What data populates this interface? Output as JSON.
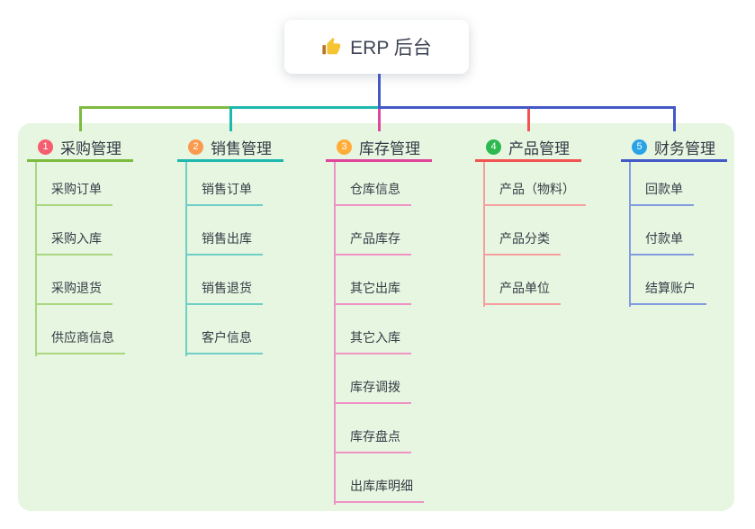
{
  "root": {
    "title": "ERP 后台",
    "icon": "thumbs-up-icon",
    "connector_color": "#4459c7"
  },
  "panel": {
    "background": "#e6f6e1"
  },
  "branches": [
    {
      "index": "1",
      "label": "采购管理",
      "badge_color": "#f65e6f",
      "line_color": "#7dbb40",
      "sub_line_color": "#a9d67f",
      "items": [
        "采购订单",
        "采购入库",
        "采购退货",
        "供应商信息"
      ]
    },
    {
      "index": "2",
      "label": "销售管理",
      "badge_color": "#fa9a4e",
      "line_color": "#1eb8af",
      "sub_line_color": "#6fcfc7",
      "items": [
        "销售订单",
        "销售出库",
        "销售退货",
        "客户信息"
      ]
    },
    {
      "index": "3",
      "label": "库存管理",
      "badge_color": "#ffac38",
      "line_color": "#e0449c",
      "sub_line_color": "#ef93c5",
      "items": [
        "仓库信息",
        "产品库存",
        "其它出库",
        "其它入库",
        "库存调拨",
        "库存盘点",
        "出库库明细"
      ]
    },
    {
      "index": "4",
      "label": "产品管理",
      "badge_color": "#2db850",
      "line_color": "#f25252",
      "sub_line_color": "#f79e9e",
      "items": [
        "产品（物料）",
        "产品分类",
        "产品单位"
      ]
    },
    {
      "index": "5",
      "label": "财务管理",
      "badge_color": "#29a3e6",
      "line_color": "#4459c7",
      "sub_line_color": "#839bdf",
      "items": [
        "回款单",
        "付款单",
        "结算账户"
      ]
    }
  ]
}
